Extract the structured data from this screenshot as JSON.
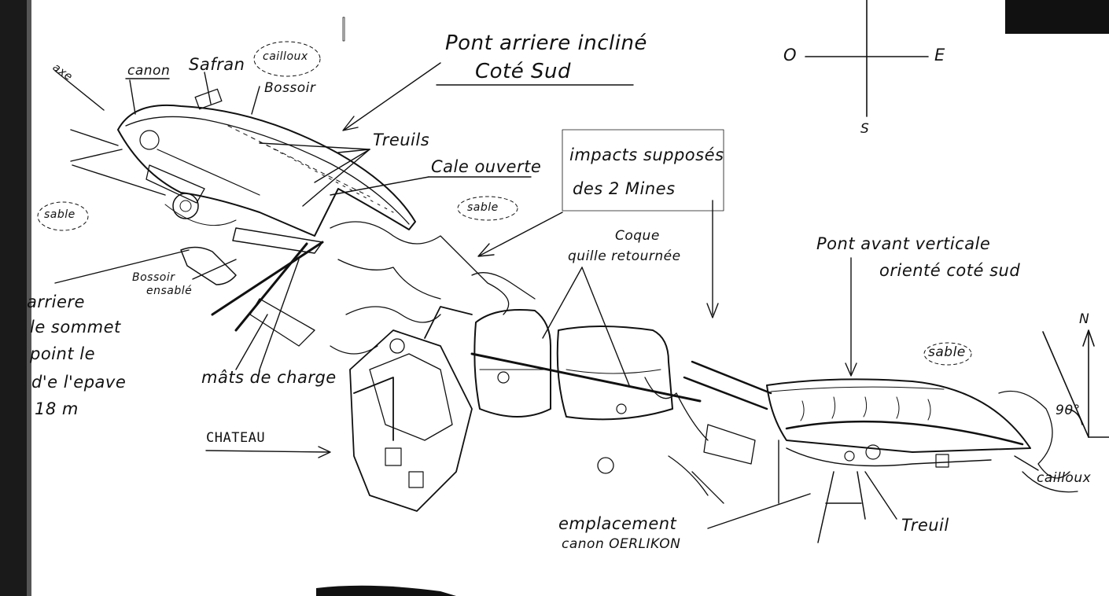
{
  "colors": {
    "ink": "#111111",
    "paper": "#ffffff",
    "margin": "#1a1a1a"
  },
  "compass_top": {
    "west": "O",
    "east": "E",
    "south": "S"
  },
  "compass_right": {
    "north": "N",
    "angle": "90°"
  },
  "labels": {
    "canon": "canon",
    "safran": "Safran",
    "cailloux_top": "cailloux",
    "bossoir_top": "Bossoir",
    "pont_arriere_line1": "Pont arriere incliné",
    "pont_arriere_line2": "Coté Sud",
    "treuils": "Treuils",
    "cale_ouverte": "Cale ouverte",
    "sable_mid": "sable",
    "sable_left": "sable",
    "sable_right": "sable",
    "impacts_line1": "impacts supposés",
    "impacts_line2": "des 2 Mines",
    "coque": "Coque",
    "quille_retournee": "quille retournée",
    "pont_avant_line1": "Pont avant verticale",
    "pont_avant_line2": "orienté coté sud",
    "bossoir_ensable_line1": "Bossoir",
    "bossoir_ensable_line2": "ensablé",
    "mats_de_charge": "mâts de charge",
    "chateau": "CHATEAU",
    "emplacement_line1": "emplacement",
    "emplacement_line2": "canon OERLIKON",
    "treuil": "Treuil",
    "cailloux_right": "cailloux",
    "axe": "axe"
  },
  "margin_notes": [
    "arriere",
    "le sommet",
    "point le",
    "d'e l'epave",
    "18 m"
  ]
}
